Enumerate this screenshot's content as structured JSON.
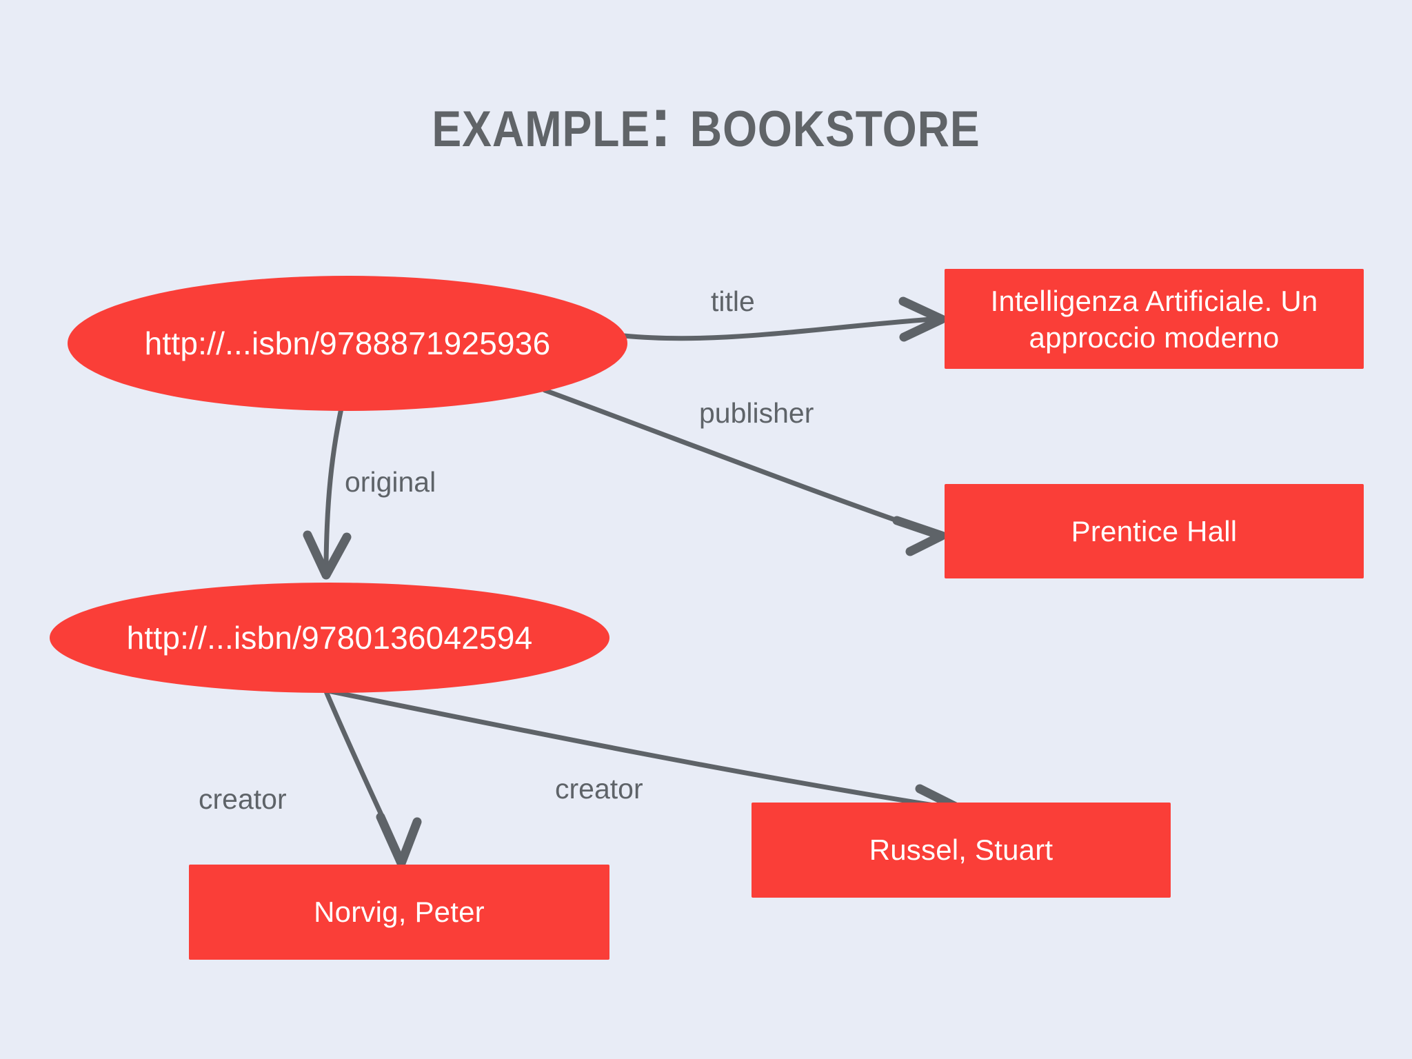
{
  "slide": {
    "title": "Example: bookstore",
    "background_color": "#e8ecf6",
    "node_color": "#fa3e38",
    "node_text_color": "#ffffff",
    "edge_color": "#5e6368",
    "title_color": "#606468"
  },
  "graph": {
    "type": "rdf-graph",
    "nodes": [
      {
        "id": "book-it",
        "shape": "ellipse",
        "label": "http://...isbn/9788871925936"
      },
      {
        "id": "book-en",
        "shape": "ellipse",
        "label": "http://...isbn/9780136042594"
      },
      {
        "id": "title-literal",
        "shape": "rectangle",
        "label": "Intelligenza Artificiale. Un approccio moderno"
      },
      {
        "id": "publisher-literal",
        "shape": "rectangle",
        "label": "Prentice Hall"
      },
      {
        "id": "creator-russel",
        "shape": "rectangle",
        "label": "Russel, Stuart"
      },
      {
        "id": "creator-norvig",
        "shape": "rectangle",
        "label": "Norvig, Peter"
      }
    ],
    "edges": [
      {
        "id": "e-title",
        "from": "book-it",
        "to": "title-literal",
        "label": "title"
      },
      {
        "id": "e-publisher",
        "from": "book-it",
        "to": "publisher-literal",
        "label": "publisher"
      },
      {
        "id": "e-original",
        "from": "book-it",
        "to": "book-en",
        "label": "original"
      },
      {
        "id": "e-creator-1",
        "from": "book-en",
        "to": "creator-norvig",
        "label": "creator"
      },
      {
        "id": "e-creator-2",
        "from": "book-en",
        "to": "creator-russel",
        "label": "creator"
      }
    ]
  }
}
